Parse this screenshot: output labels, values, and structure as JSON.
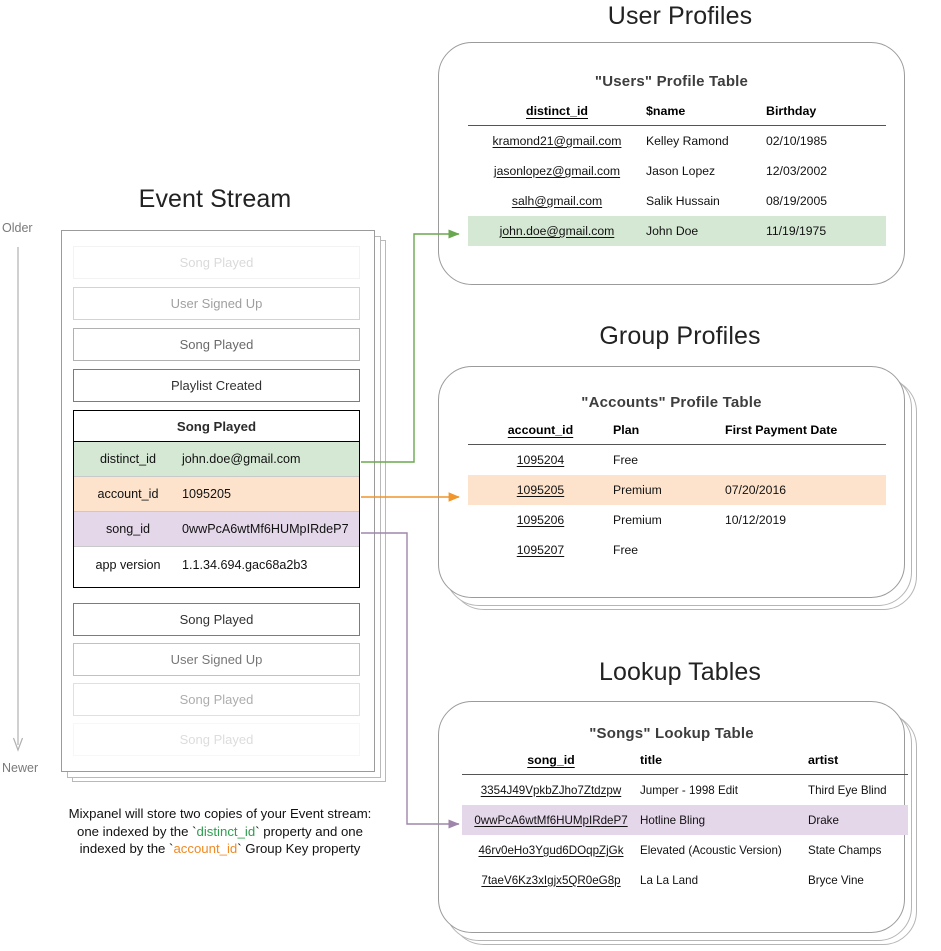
{
  "sections": {
    "event_stream_title": "Event Stream",
    "user_profiles_title": "User Profiles",
    "group_profiles_title": "Group Profiles",
    "lookup_tables_title": "Lookup Tables"
  },
  "axis": {
    "older": "Older",
    "newer": "Newer"
  },
  "event_stream": {
    "events_above": [
      {
        "label": "Song Played",
        "opacity": 0.16
      },
      {
        "label": "User Signed Up",
        "opacity": 0.38
      },
      {
        "label": "Song Played",
        "opacity": 0.62
      },
      {
        "label": "Playlist Created",
        "opacity": 0.88
      }
    ],
    "selected_event": {
      "name": "Song Played",
      "properties": [
        {
          "key": "distinct_id",
          "value": "john.doe@gmail.com",
          "highlight": "green"
        },
        {
          "key": "account_id",
          "value": "1095205",
          "highlight": "orange"
        },
        {
          "key": "song_id",
          "value": "0wwPcA6wtMf6HUMpIRdeP7",
          "highlight": "purple"
        },
        {
          "key": "app version",
          "value": "1.1.34.694.gac68a2b3",
          "highlight": "none"
        }
      ]
    },
    "events_below": [
      {
        "label": "Song Played",
        "opacity": 0.88
      },
      {
        "label": "User Signed Up",
        "opacity": 0.58
      },
      {
        "label": "Song Played",
        "opacity": 0.34
      },
      {
        "label": "Song Played",
        "opacity": 0.14
      }
    ]
  },
  "users_table": {
    "title": "\"Users\" Profile Table",
    "columns": [
      "distinct_id",
      "$name",
      "Birthday"
    ],
    "rows": [
      {
        "cells": [
          "kramond21@gmail.com",
          "Kelley Ramond",
          "02/10/1985"
        ],
        "highlight": "none"
      },
      {
        "cells": [
          "jasonlopez@gmail.com",
          "Jason Lopez",
          "12/03/2002"
        ],
        "highlight": "none"
      },
      {
        "cells": [
          "salh@gmail.com",
          "Salik Hussain",
          "08/19/2005"
        ],
        "highlight": "none"
      },
      {
        "cells": [
          "john.doe@gmail.com",
          "John Doe",
          "11/19/1975"
        ],
        "highlight": "green"
      }
    ]
  },
  "accounts_table": {
    "title": "\"Accounts\" Profile Table",
    "columns": [
      "account_id",
      "Plan",
      "First Payment Date"
    ],
    "rows": [
      {
        "cells": [
          "1095204",
          "Free",
          ""
        ],
        "highlight": "none"
      },
      {
        "cells": [
          "1095205",
          "Premium",
          "07/20/2016"
        ],
        "highlight": "orange"
      },
      {
        "cells": [
          "1095206",
          "Premium",
          "10/12/2019"
        ],
        "highlight": "none"
      },
      {
        "cells": [
          "1095207",
          "Free",
          ""
        ],
        "highlight": "none"
      }
    ]
  },
  "songs_table": {
    "title": "\"Songs\" Lookup Table",
    "columns": [
      "song_id",
      "title",
      "artist"
    ],
    "rows": [
      {
        "cells": [
          "3354J49VpkbZJho7Ztdzpw",
          "Jumper - 1998 Edit",
          "Third Eye Blind"
        ],
        "highlight": "none"
      },
      {
        "cells": [
          "0wwPcA6wtMf6HUMpIRdeP7",
          "Hotline Bling",
          "Drake"
        ],
        "highlight": "purple"
      },
      {
        "cells": [
          "46rv0eHo3Ygud6DOqpZjGk",
          "Elevated (Acoustic Version)",
          "State Champs"
        ],
        "highlight": "none"
      },
      {
        "cells": [
          "7taeV6Kz3xIgjx5QR0eG8p",
          "La La Land",
          "Bryce Vine"
        ],
        "highlight": "none"
      }
    ]
  },
  "caption": {
    "line1": "Mixpanel will store two copies of your Event stream:",
    "line2_a": "one indexed by the `",
    "line2_key": "distinct_id",
    "line2_b": "` property and one",
    "line3_a": "indexed by the `",
    "line3_key": "account_id",
    "line3_b": "` Group Key property"
  },
  "colors": {
    "green_fill": "#d5e8d4",
    "orange_fill": "#fde3cc",
    "purple_fill": "#e5d7ea",
    "green_arrow": "#6aa84f",
    "orange_arrow": "#f0962b",
    "purple_arrow": "#9f85ab",
    "panel_border": "#9b9b9b"
  }
}
